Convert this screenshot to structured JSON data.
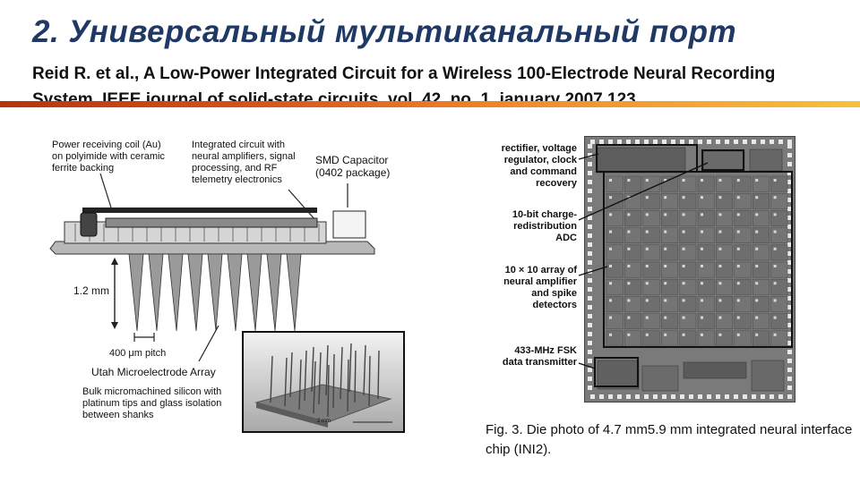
{
  "slide": {
    "title": "2. Универсальный мультиканальный порт",
    "citation": "Reid R.  et al.,   A Low-Power Integrated Circuit for a Wireless 100-Electrode Neural Recording System, IEEE journal of solid-state circuits, vol. 42, no. 1, january 2007 123"
  },
  "left_figure": {
    "coil_label": [
      "Power receiving coil (Au)",
      "on polyimide with ceramic",
      "ferrite backing"
    ],
    "ic_label": [
      "Integrated circuit with",
      "neural amplifiers, signal",
      "processing, and RF",
      "telemetry electronics"
    ],
    "smd_label": [
      "SMD Capacitor",
      "(0402 package)"
    ],
    "height_label": "1.2 mm",
    "pitch_label": "400 μm pitch",
    "array_label": "Utah Microelectrode Array",
    "array_desc": [
      "Bulk micromachined silicon with",
      "platinum tips and glass isolation",
      "between shanks"
    ],
    "scale_bar_label": "2 mm"
  },
  "right_figure": {
    "label_rectifier": [
      "rectifier, voltage",
      "regulator, clock",
      "and command",
      "recovery"
    ],
    "label_adc": [
      "10-bit charge-",
      "redistribution",
      "ADC"
    ],
    "label_array": [
      "10 × 10 array of",
      "neural amplifier",
      "and spike",
      "detectors"
    ],
    "label_fsk": [
      "433-MHz FSK",
      "data transmitter"
    ],
    "caption": "Fig. 3. Die photo of 4.7 mm5.9 mm integrated neural interface chip (INI2)."
  },
  "colors": {
    "title": "#1f3864",
    "rule_start": "#b8330c",
    "rule_end": "#f6c13c"
  }
}
